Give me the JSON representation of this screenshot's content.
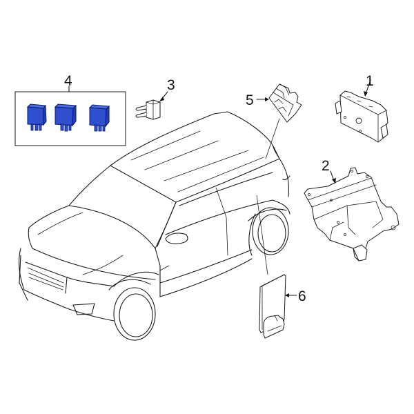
{
  "diagram": {
    "type": "automotive-parts-exploded-view",
    "subject": "SUV body outline with electrical components",
    "colors": {
      "line": "#1a1a1a",
      "background": "#ffffff",
      "relay_front": "#2f4fd0",
      "relay_side": "#2340b8",
      "relay_top": "#4a6be0"
    },
    "callouts": [
      {
        "id": "1",
        "label": "1",
        "part": "control-module"
      },
      {
        "id": "2",
        "label": "2",
        "part": "mounting-bracket"
      },
      {
        "id": "3",
        "label": "3",
        "part": "mini-fuse"
      },
      {
        "id": "4",
        "label": "4",
        "part": "relay-set"
      },
      {
        "id": "5",
        "label": "5",
        "part": "module-connector"
      },
      {
        "id": "6",
        "label": "6",
        "part": "control-unit"
      }
    ]
  }
}
